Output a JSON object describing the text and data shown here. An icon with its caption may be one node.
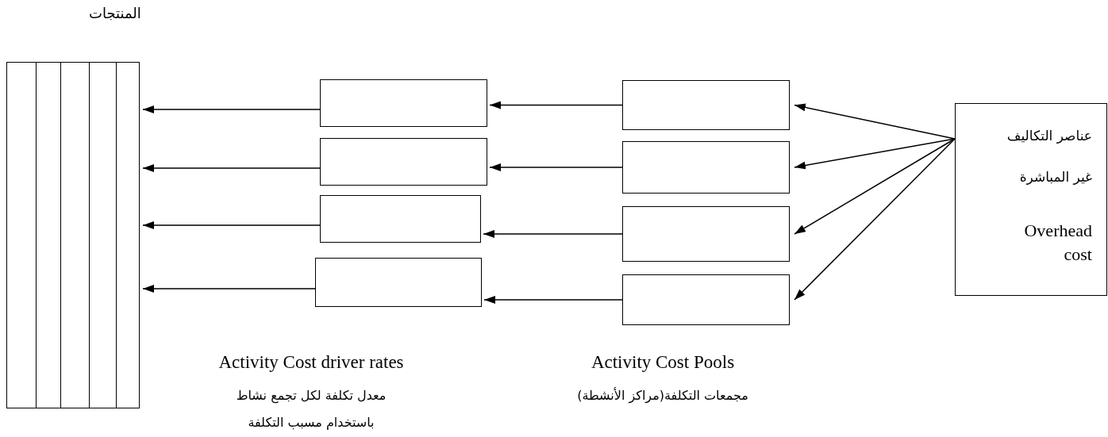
{
  "diagram": {
    "nodes": [
      {
        "text": [
          "المنتجات"
        ]
      },
      {
        "text": [],
        "shape": "box"
      },
      {
        "text": [],
        "shape": "box"
      },
      {
        "text": [],
        "shape": "box"
      },
      {
        "text": [],
        "shape": "box"
      },
      {
        "text": [],
        "shape": "box"
      },
      {
        "text": [],
        "shape": "box"
      },
      {
        "text": [],
        "shape": "box"
      },
      {
        "text": [],
        "shape": "box"
      },
      {
        "text": [
          "عناصر التكاليف غير المباشرة",
          "Overhead cost"
        ]
      }
    ],
    "edges": [
      {
        "from": 9,
        "to": 5,
        "arrow": "to"
      },
      {
        "from": 9,
        "to": 6,
        "arrow": "to"
      },
      {
        "from": 9,
        "to": 7,
        "arrow": "to"
      },
      {
        "from": 9,
        "to": 8,
        "arrow": "to"
      },
      {
        "from": 5,
        "to": 1,
        "arrow": "to"
      },
      {
        "from": 6,
        "to": 2,
        "arrow": "to"
      },
      {
        "from": 7,
        "to": 3,
        "arrow": "to"
      },
      {
        "from": 8,
        "to": 4,
        "arrow": "to"
      },
      {
        "from": 1,
        "to": 0,
        "arrow": "to"
      },
      {
        "from": 2,
        "to": 0,
        "arrow": "to"
      },
      {
        "from": 3,
        "to": 0,
        "arrow": "to"
      },
      {
        "from": 4,
        "to": 0,
        "arrow": "to"
      }
    ],
    "labels": [
      "Activity Cost driver rates",
      "معدل تكلفة لكل تجمع نشاط باستخدام مسبب التكلفة",
      "Activity Cost Pools",
      "مجمعات التكلفة(مراكز الأنشطة)"
    ]
  }
}
